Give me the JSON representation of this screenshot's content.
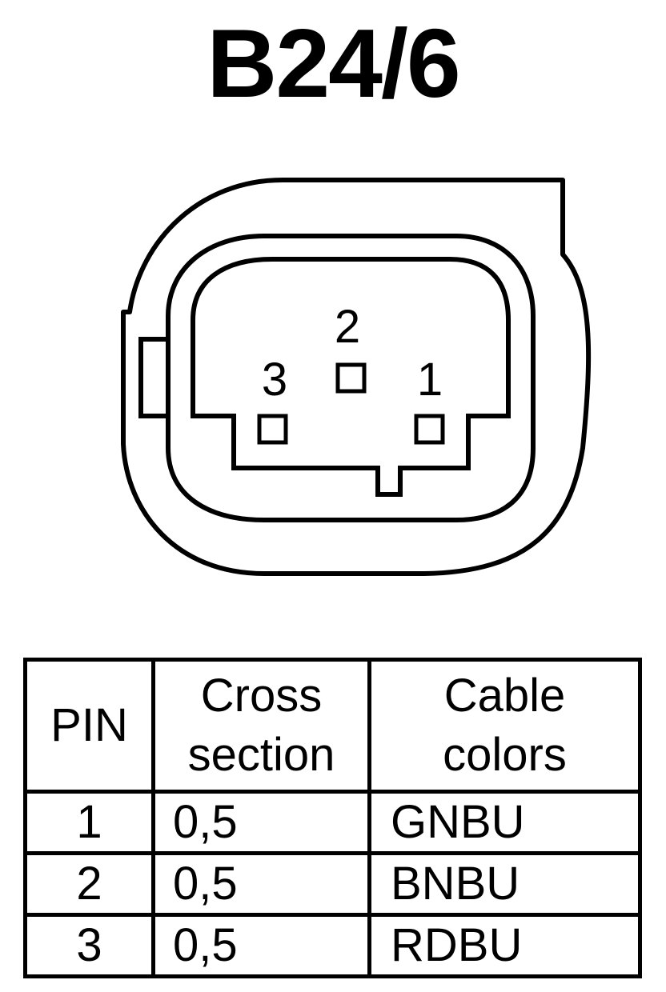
{
  "title": "B24/6",
  "connector": {
    "pin_labels": [
      "1",
      "2",
      "3"
    ]
  },
  "table": {
    "headers": {
      "pin": "PIN",
      "cross_section_line1": "Cross",
      "cross_section_line2": "section",
      "cable_colors_line1": "Cable",
      "cable_colors_line2": "colors"
    },
    "rows": [
      {
        "pin": "1",
        "cross_section": "0,5",
        "color": "GNBU"
      },
      {
        "pin": "2",
        "cross_section": "0,5",
        "color": "BNBU"
      },
      {
        "pin": "3",
        "cross_section": "0,5",
        "color": "RDBU"
      }
    ]
  }
}
